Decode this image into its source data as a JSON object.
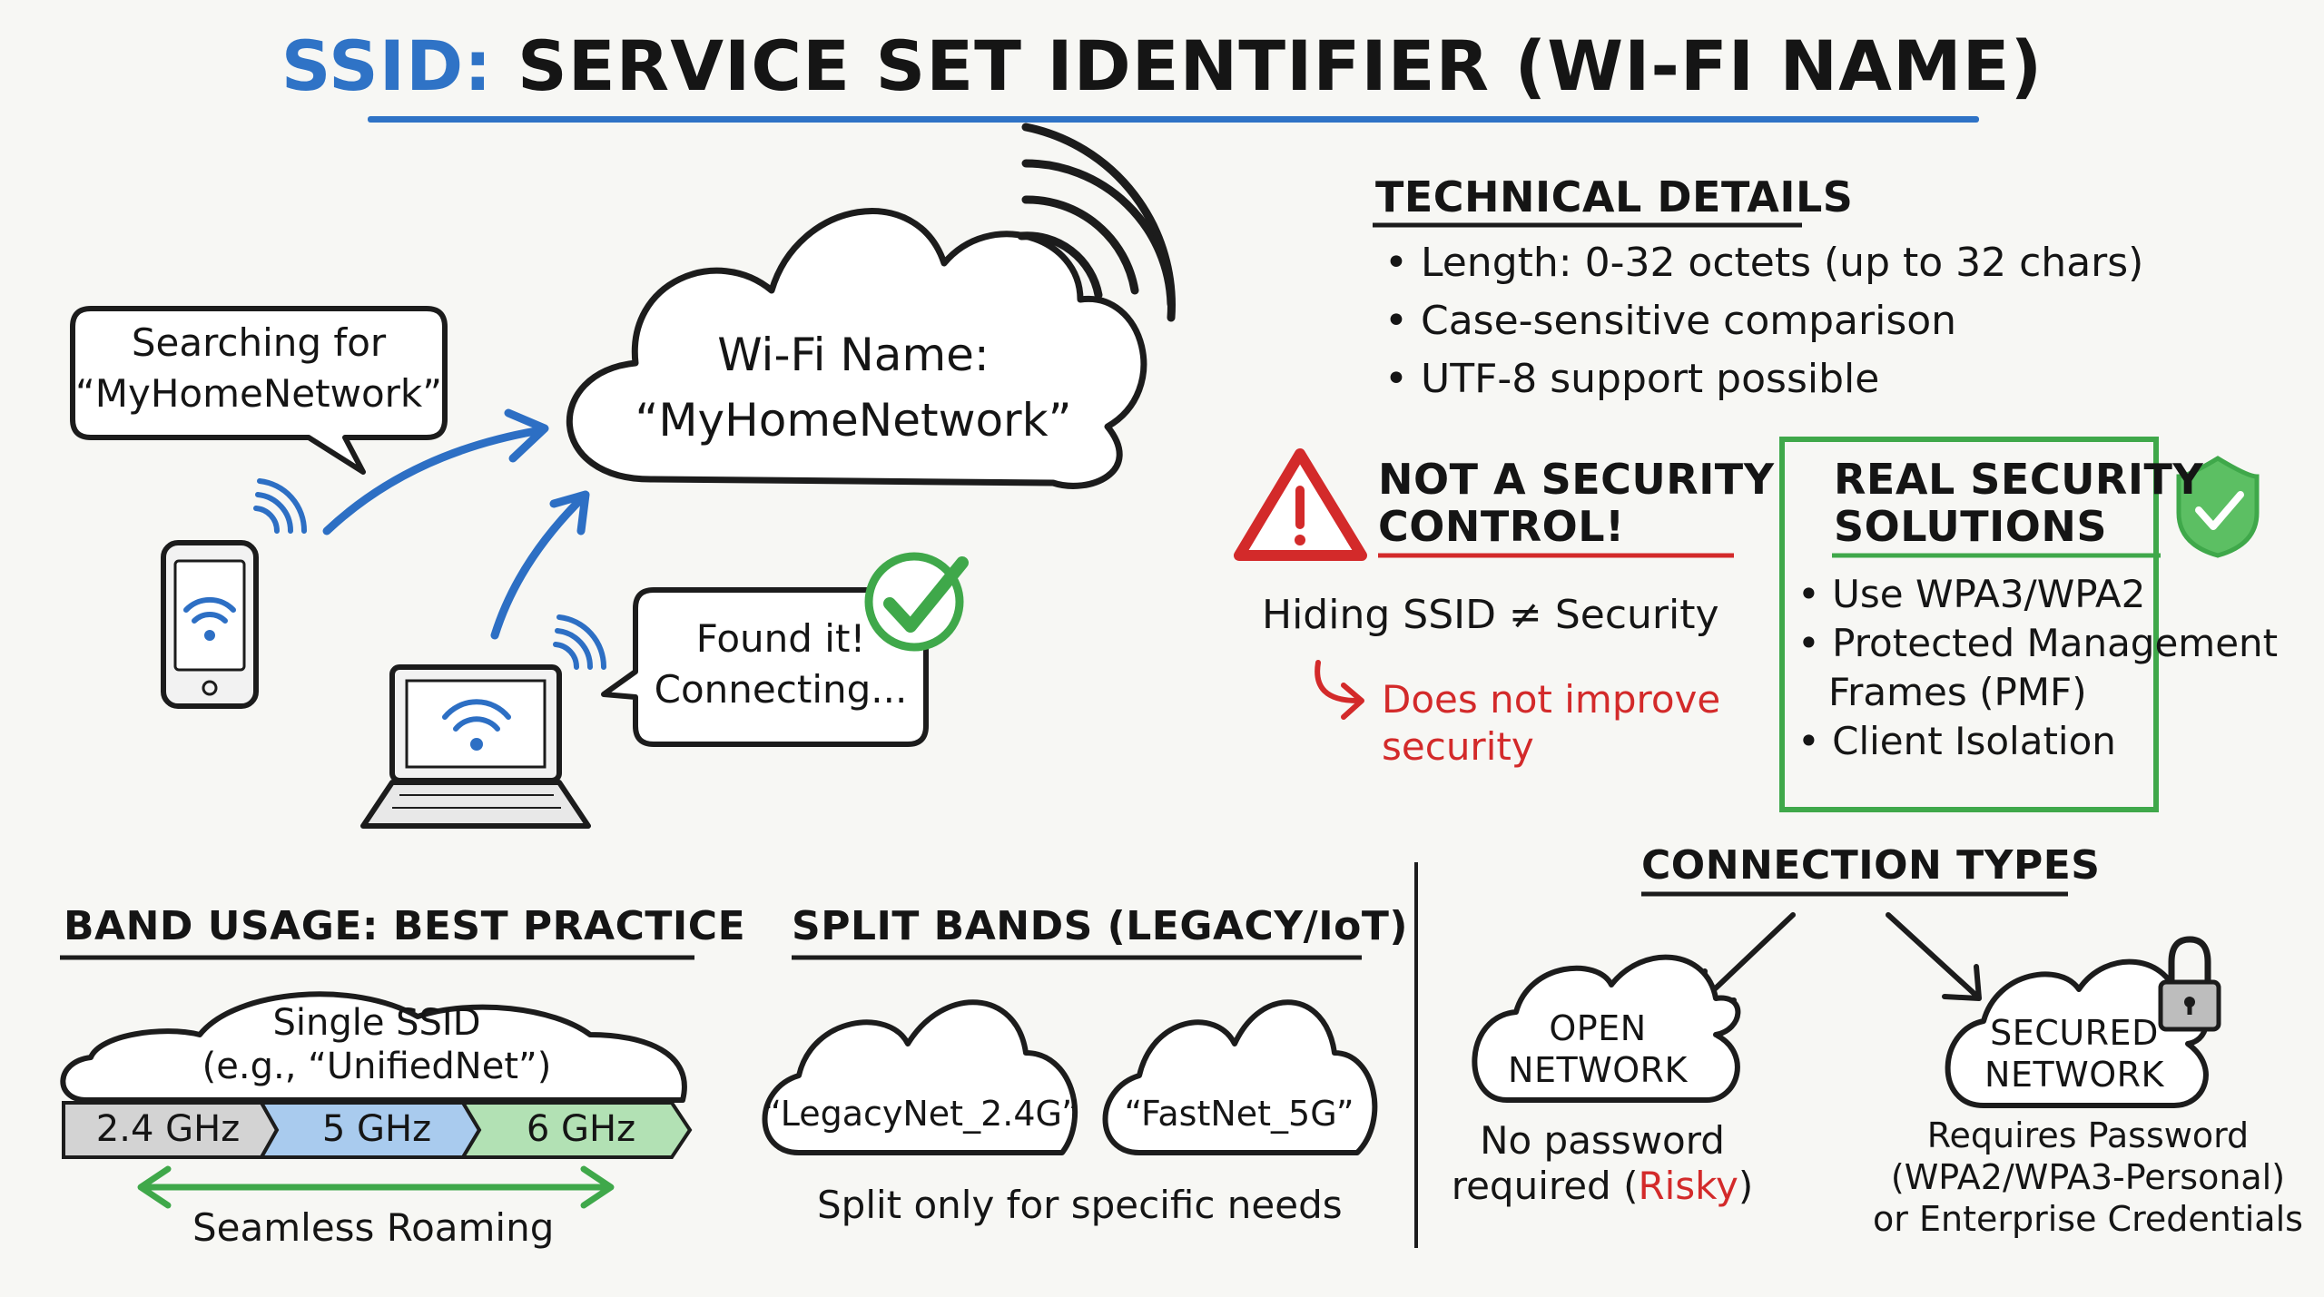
{
  "title": {
    "prefix": "SSID:",
    "main": "SERVICE SET IDENTIFIER (WI-FI NAME)"
  },
  "cloud_center": {
    "line1": "Wi-Fi Name:",
    "line2": "“MyHomeNetwork”"
  },
  "bubble_search": {
    "line1": "Searching for",
    "line2": "“MyHomeNetwork”"
  },
  "bubble_found": {
    "line1": "Found it!",
    "line2": "Connecting..."
  },
  "technical": {
    "heading": "TECHNICAL DETAILS",
    "items": [
      "Length: 0-32 octets (up to 32 chars)",
      "Case-sensitive comparison",
      "UTF-8 support possible"
    ]
  },
  "not_security": {
    "heading_line1": "NOT A SECURITY",
    "heading_line2": "CONTROL!",
    "statement": "Hiding SSID ≠ Security",
    "note_line1": "Does not improve",
    "note_line2": "security"
  },
  "real_security": {
    "heading_line1": "REAL SECURITY",
    "heading_line2": "SOLUTIONS",
    "items": [
      "Use WPA3/WPA2",
      "Protected Management",
      "Frames (PMF)",
      "Client Isolation"
    ]
  },
  "band_usage": {
    "heading": "BAND USAGE: BEST PRACTICE",
    "cloud_line1": "Single SSID",
    "cloud_line2": "(e.g., “UnifiedNet”)",
    "bands": [
      "2.4 GHz",
      "5 GHz",
      "6 GHz"
    ],
    "roaming": "Seamless Roaming"
  },
  "split_bands": {
    "heading": "SPLIT BANDS (LEGACY/IoT)",
    "net1": "“LegacyNet_2.4G”",
    "net2": "“FastNet_5G”",
    "caption": "Split only for specific needs"
  },
  "connection_types": {
    "heading": "CONNECTION TYPES",
    "open_line1": "OPEN",
    "open_line2": "NETWORK",
    "open_desc_line1": "No password",
    "open_desc_prefix": "required (",
    "open_desc_risk": "Risky",
    "open_desc_suffix": ")",
    "secured_line1": "SECURED",
    "secured_line2": "NETWORK",
    "secured_desc_line1": "Requires Password",
    "secured_desc_line2": "(WPA2/WPA3-Personal)",
    "secured_desc_line3": "or Enterprise Credentials"
  },
  "colors": {
    "accent_blue": "#2f73c6",
    "arrow_blue": "#2d6fc4",
    "alert_red": "#d32a2a",
    "success_green": "#3fa84a",
    "band_gray": "#d3d3d3",
    "band_blue": "#a9cbee",
    "band_green": "#b2e1b4"
  },
  "icons": [
    "wifi-icon",
    "smartphone-icon",
    "laptop-icon",
    "checkmark-icon",
    "warning-icon",
    "shield-check-icon",
    "padlock-icon"
  ]
}
